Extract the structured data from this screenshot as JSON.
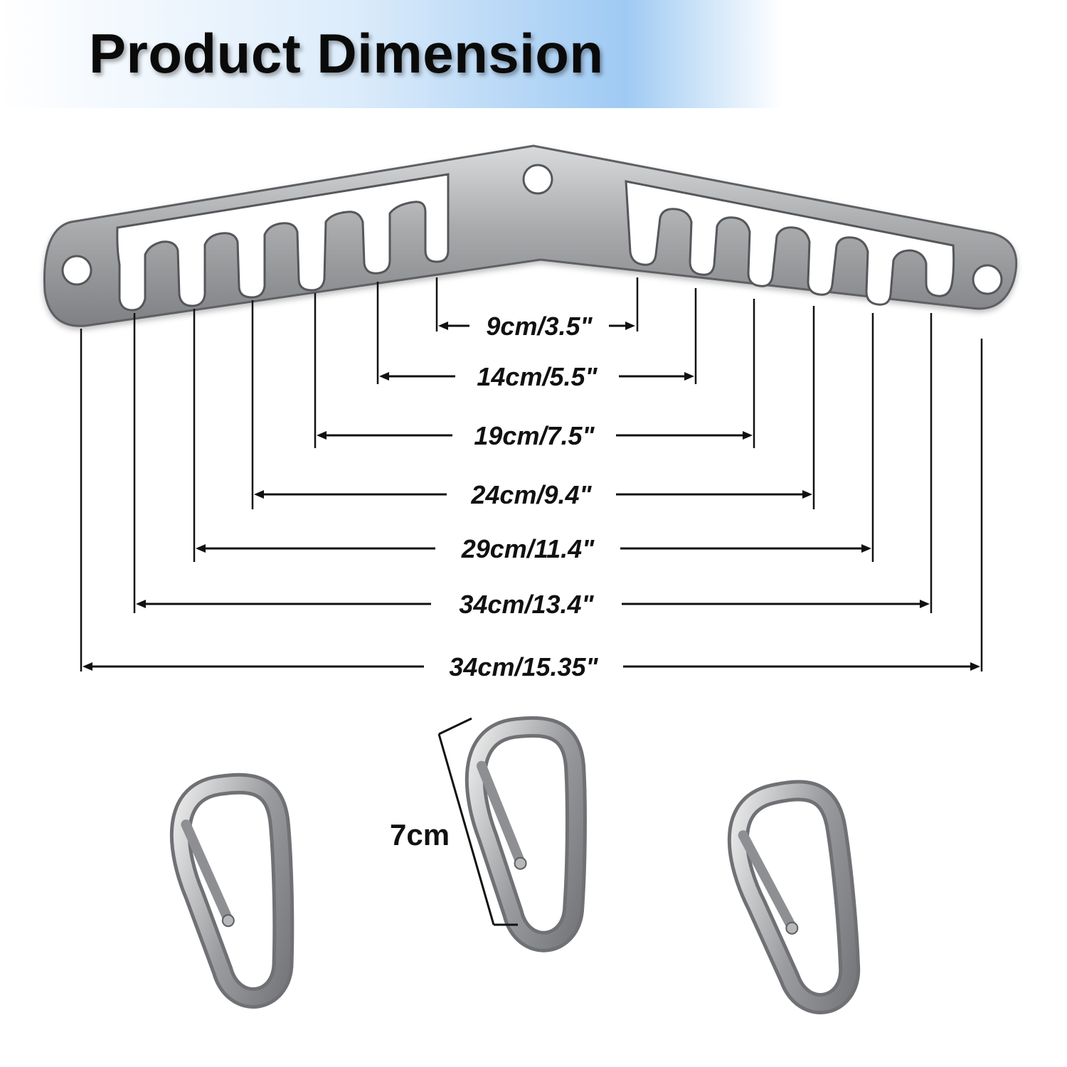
{
  "header": {
    "title": "Product Dimension"
  },
  "dimensions": [
    {
      "label": "9cm/3.5\""
    },
    {
      "label": "14cm/5.5\""
    },
    {
      "label": "19cm/7.5\""
    },
    {
      "label": "24cm/9.4\""
    },
    {
      "label": "29cm/11.4\""
    },
    {
      "label": "34cm/13.4\""
    },
    {
      "label": "34cm/15.35\""
    }
  ],
  "carabiner": {
    "length_label": "7cm",
    "count": 3
  },
  "colors": {
    "accent": "#9fcaf3",
    "steel": "#a7a9ac",
    "text": "#111111"
  }
}
